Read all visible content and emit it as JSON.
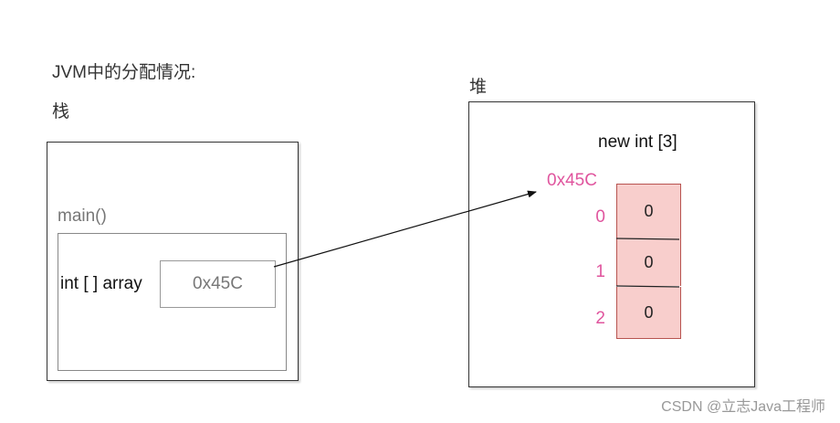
{
  "title": "JVM中的分配情况:",
  "stack": {
    "label": "栈",
    "frame_label": "main()",
    "variable_label": "int [ ] array",
    "reference_value": "0x45C"
  },
  "heap": {
    "label": "堆",
    "object_label": "new int [3]",
    "address": "0x45C",
    "indices": [
      "0",
      "1",
      "2"
    ],
    "values": [
      "0",
      "0",
      "0"
    ]
  },
  "watermark": "CSDN @立志Java工程师"
}
